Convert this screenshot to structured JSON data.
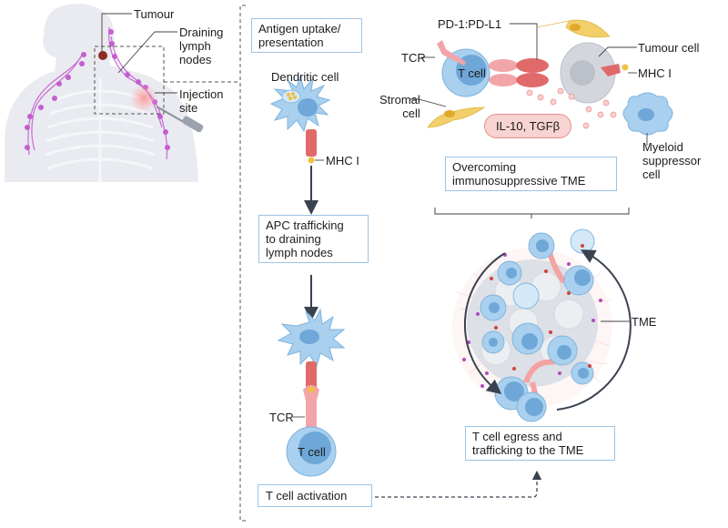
{
  "figure": {
    "anatomy": {
      "tumour": "Tumour",
      "draining_lymph_nodes": [
        "Draining",
        "lymph",
        "nodes"
      ],
      "injection_site": [
        "Injection",
        "site"
      ]
    },
    "steps": {
      "antigen_uptake": [
        "Antigen uptake/",
        "presentation"
      ],
      "dendritic_cell": "Dendritic cell",
      "mhc_i_top": "MHC I",
      "apc_trafficking": [
        "APC trafficking",
        "to draining",
        "lymph nodes"
      ],
      "tcr_bottom": "TCR",
      "t_cell_bottom": "T cell",
      "t_cell_activation": "T cell activation"
    },
    "tme_panel": {
      "pd1_pdl1": "PD-1:PD-L1",
      "tcr": "TCR",
      "t_cell": "T cell",
      "tumour_cell": "Tumour cell",
      "mhc_i": "MHC I",
      "stromal_cell": [
        "Stromal",
        "cell"
      ],
      "cytokines": "IL-10, TGFβ",
      "myeloid_suppressor": [
        "Myeloid",
        "suppressor",
        "cell"
      ],
      "overcoming": [
        "Overcoming",
        "immunosuppressive TME"
      ],
      "tme": "TME",
      "t_cell_egress": [
        "T cell egress and",
        "trafficking to the TME"
      ]
    },
    "colors": {
      "box_border": "#9cc3e4",
      "cell_blue": "#a9d0ee",
      "nucleus_blue": "#6ea7d8",
      "mhc_red": "#e06a6a",
      "tcr_pink": "#f2a5a8",
      "lymph_purple": "#c45fcf",
      "stromal_yellow": "#f2cf6b",
      "tumour_grey": "#d3d6dd",
      "arrow_dark": "#3a4250"
    }
  }
}
